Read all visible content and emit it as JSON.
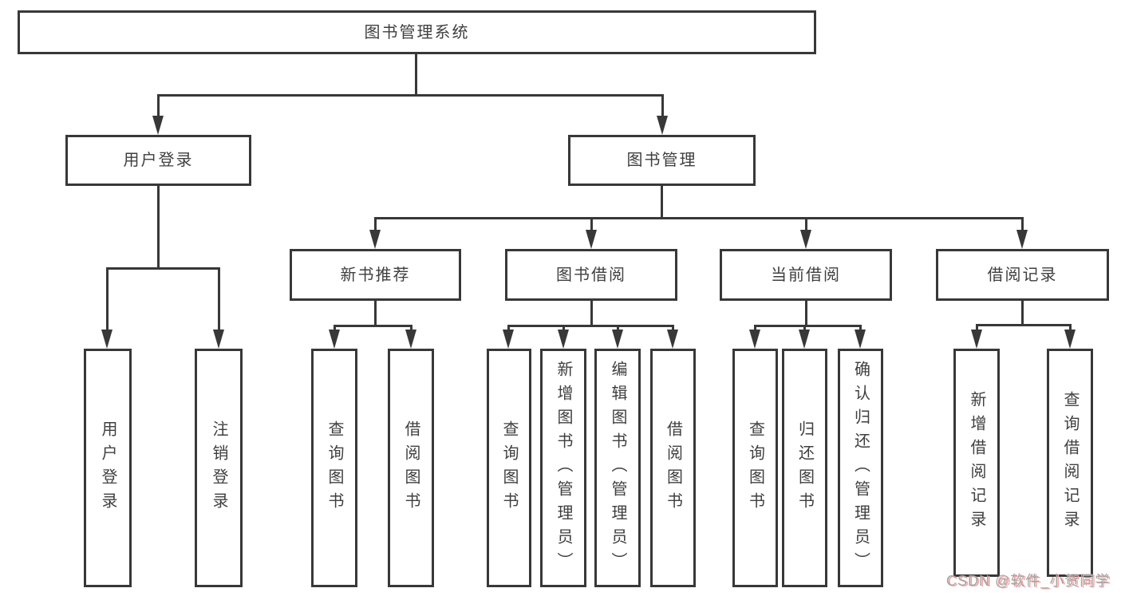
{
  "tree": {
    "label": "图书管理系统",
    "children": [
      {
        "label": "用户登录",
        "children": [
          {
            "label": "用户登录"
          },
          {
            "label": "注销登录"
          }
        ]
      },
      {
        "label": "图书管理",
        "children": [
          {
            "label": "新书推荐",
            "children": [
              {
                "label": "查询图书"
              },
              {
                "label": "借阅图书"
              }
            ]
          },
          {
            "label": "图书借阅",
            "children": [
              {
                "label": "查询图书"
              },
              {
                "label": "新增图书（管理员）"
              },
              {
                "label": "编辑图书（管理员）"
              },
              {
                "label": "借阅图书"
              }
            ]
          },
          {
            "label": "当前借阅",
            "children": [
              {
                "label": "查询图书"
              },
              {
                "label": "归还图书"
              },
              {
                "label": "确认归还（管理员）"
              }
            ]
          },
          {
            "label": "借阅记录",
            "children": [
              {
                "label": "新增借阅记录"
              },
              {
                "label": "查询借阅记录"
              }
            ]
          }
        ]
      }
    ]
  },
  "watermark": {
    "text": "CSDN @软件_小贺同学"
  },
  "colors": {
    "line": "#383838",
    "text": "#3f3f3f",
    "background": "#ffffff",
    "watermark": "#a6a6a6",
    "watermark_shadow": "#f0a3a3"
  }
}
